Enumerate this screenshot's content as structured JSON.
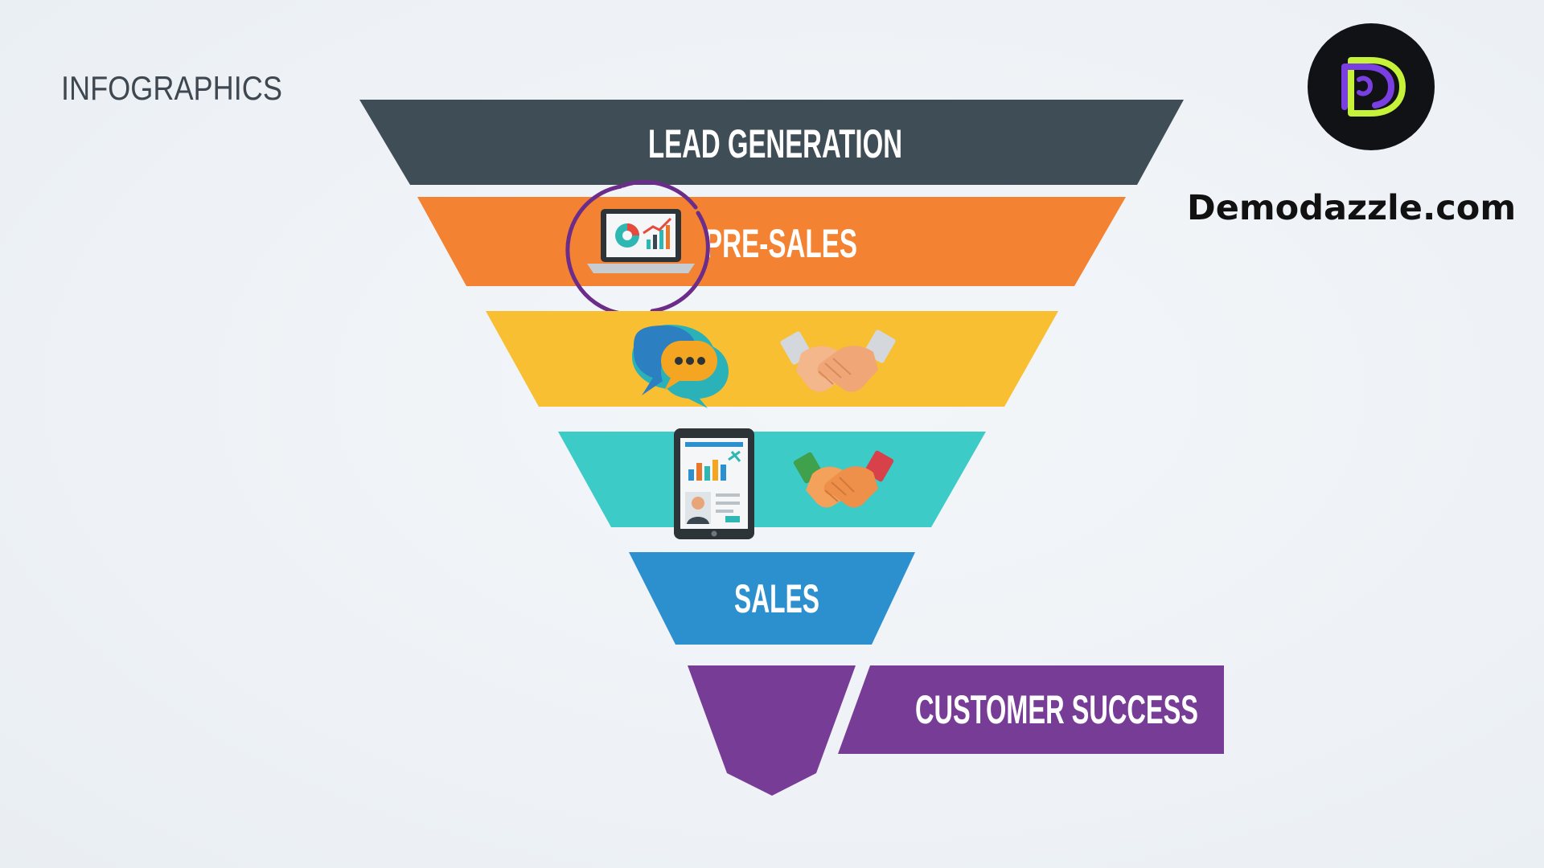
{
  "heading": "INFOGRAPHICS",
  "brand": {
    "name": "Demodazzle.com",
    "logo_icon": "demodazzle-d-logo-icon",
    "logo_bg": "#111216",
    "logo_accent_purple": "#7a3fe0",
    "logo_accent_lime": "#c6f23a"
  },
  "funnel": {
    "tiers": [
      {
        "label": "LEAD GENERATION",
        "color": "#3f4d56",
        "icons": []
      },
      {
        "label": "PRE-SALES",
        "color": "#f38232",
        "icons": [
          "laptop-analytics-icon",
          "highlight-circle"
        ]
      },
      {
        "label": "",
        "color": "#f8bf32",
        "icons": [
          "chat-bubbles-icon",
          "handshake-icon"
        ]
      },
      {
        "label": "",
        "color": "#3ccbc6",
        "icons": [
          "tablet-dashboard-icon",
          "handshake-icon"
        ]
      },
      {
        "label": "SALES",
        "color": "#2c90ce",
        "icons": []
      },
      {
        "label": "",
        "color": "#773d96",
        "icons": []
      }
    ],
    "banner": {
      "label": "CUSTOMER SUCCESS",
      "color": "#773d96"
    },
    "highlight_color": "#6b2c8a"
  }
}
